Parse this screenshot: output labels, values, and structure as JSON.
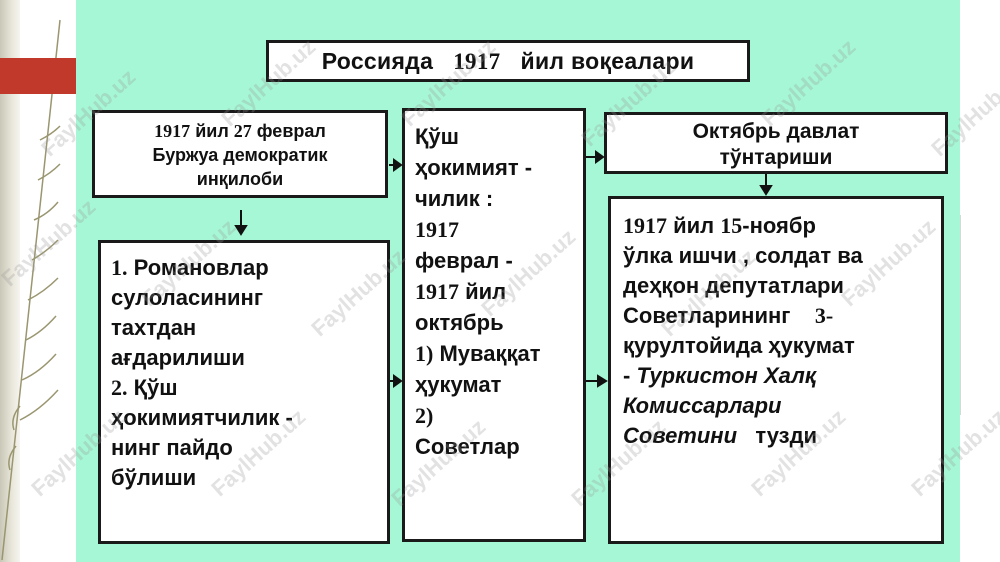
{
  "title": {
    "part1": "Россияда",
    "year": "1917",
    "part2": "йил воқеалари"
  },
  "box_february": {
    "line1_year": "1917",
    "line1_text": "йил",
    "line1_day": "27",
    "line1_month": "феврал",
    "line2": "Буржуа демократик",
    "line3": "инқилоби"
  },
  "box_results": {
    "item1_num": "1.",
    "item1_lines": [
      "Романовлар",
      "сулоласининг",
      "тахтдан",
      "ағдарилиши"
    ],
    "item2_num": "2.",
    "item2_lines": [
      "Қўш",
      "ҳокимиятчилик -",
      "нинг пайдо",
      "бўлиши"
    ]
  },
  "box_dual_power": {
    "line1": "Қўш",
    "line2": "ҳокимият -",
    "line3": "чилик :",
    "year1": "1917",
    "line5": "феврал -",
    "year2": "1917",
    "line6_text": "йил",
    "line7": "октябрь",
    "item1_num": "1)",
    "item1_text": "Муваққат",
    "item1_text2": "ҳукумат",
    "item2_num": "2)",
    "item2_text": "Советлар"
  },
  "box_october": {
    "line1": "Октябрь давлат",
    "line2": "тўнтариши"
  },
  "box_november": {
    "year": "1917",
    "text_yil": "йил",
    "day": "15",
    "month": "-ноябр",
    "line2": "ўлка ишчи , солдат ва",
    "line3": "деҳқон депутатлари",
    "line4": "Советларининг",
    "num": "3-",
    "line5": "қурултойида ҳукумат",
    "line6_dash": "-",
    "line6_italic": "Туркистон Халқ",
    "line7_italic": "Комиссарлари",
    "line8_italic": "Советини",
    "line8_text": "тузди"
  },
  "watermark": "FaylHub.uz",
  "colors": {
    "canvas": "#a6f7d5",
    "accent_red": "#c0392b",
    "border": "#1a1a1a"
  }
}
